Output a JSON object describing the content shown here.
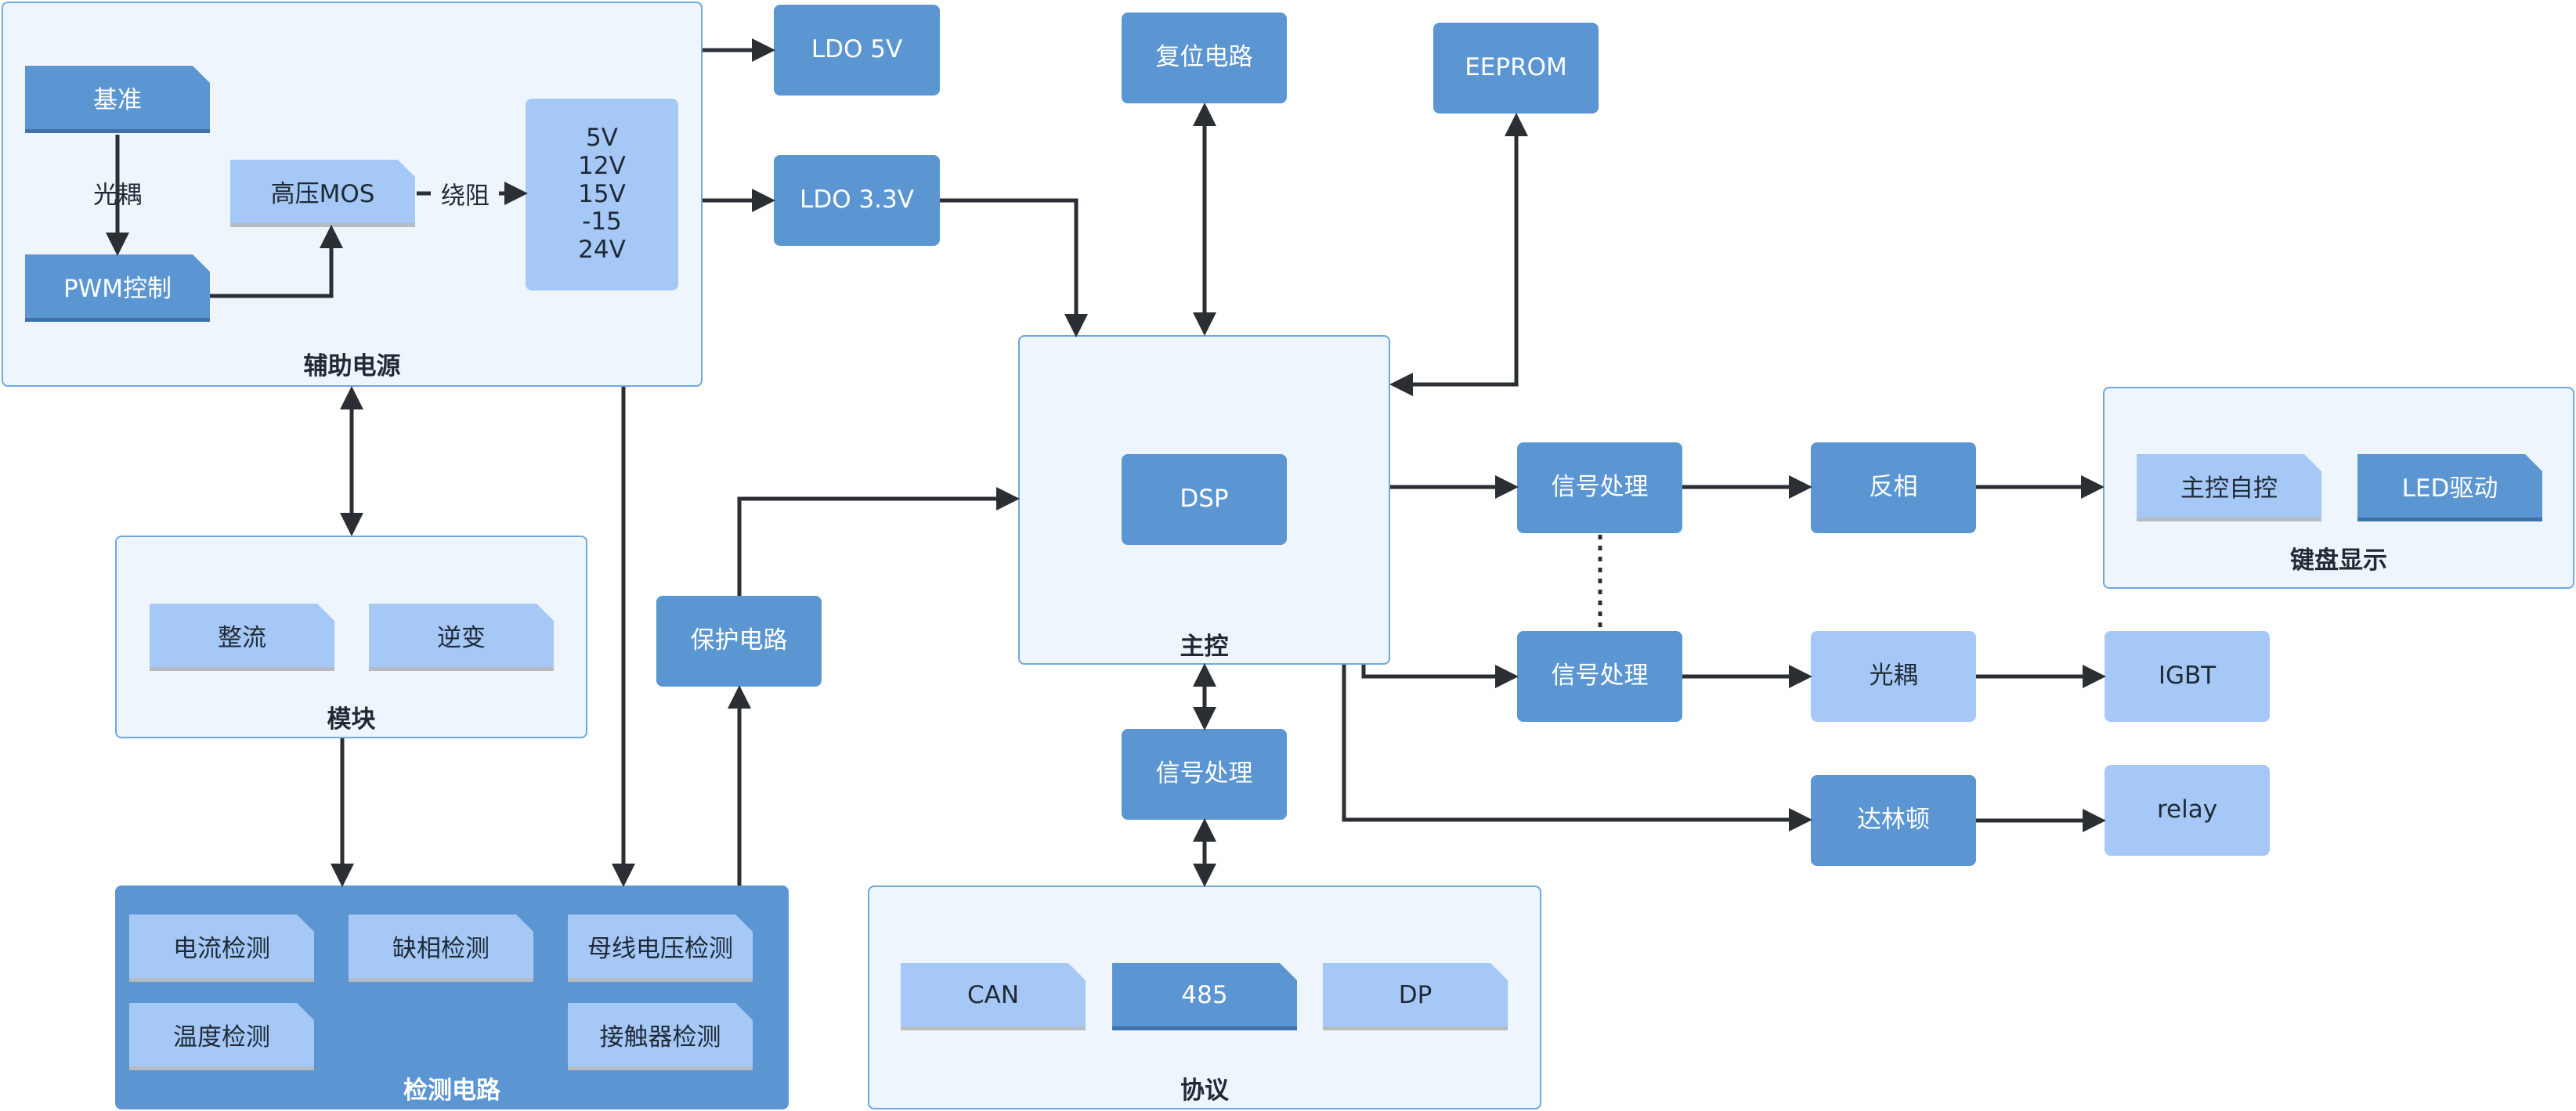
{
  "groups": {
    "aux_power": "辅助电源",
    "module": "模块",
    "detection": "检测电路",
    "main_control": "主控",
    "protocol": "协议",
    "keyboard_display": "键盘显示"
  },
  "aux": {
    "reference": "基准",
    "optocoupler_label": "光耦",
    "pwm": "PWM控制",
    "hv_mos": "高压MOS",
    "winding_label": "绕阻",
    "voltages": "5V\n12V\n15V\n-15\n24V"
  },
  "module": {
    "rectifier": "整流",
    "inverter": "逆变"
  },
  "detection": {
    "current": "电流检测",
    "phase_loss": "缺相检测",
    "bus_voltage": "母线电压检测",
    "temperature": "温度检测",
    "contactor": "接触器检测"
  },
  "blocks": {
    "ldo5": "LDO 5V",
    "ldo33": "LDO 3.3V",
    "reset": "复位电路",
    "eeprom": "EEPROM",
    "dsp": "DSP",
    "protection": "保护电路",
    "signal1": "信号处理",
    "signal2": "信号处理",
    "signal3": "信号处理",
    "inverter_phase": "反相",
    "opto": "光耦",
    "igbt": "IGBT",
    "darlington": "达林顿",
    "relay": "relay"
  },
  "keyboard": {
    "self_control": "主控自控",
    "led_drive": "LED驱动"
  },
  "protocol": {
    "can": "CAN",
    "rs485": "485",
    "dp": "DP"
  },
  "colors": {
    "dark_blue": "#5b96d2",
    "pale_blue": "#a6c8f7",
    "panel": "#eef5fc",
    "wire": "#2b2f34"
  }
}
